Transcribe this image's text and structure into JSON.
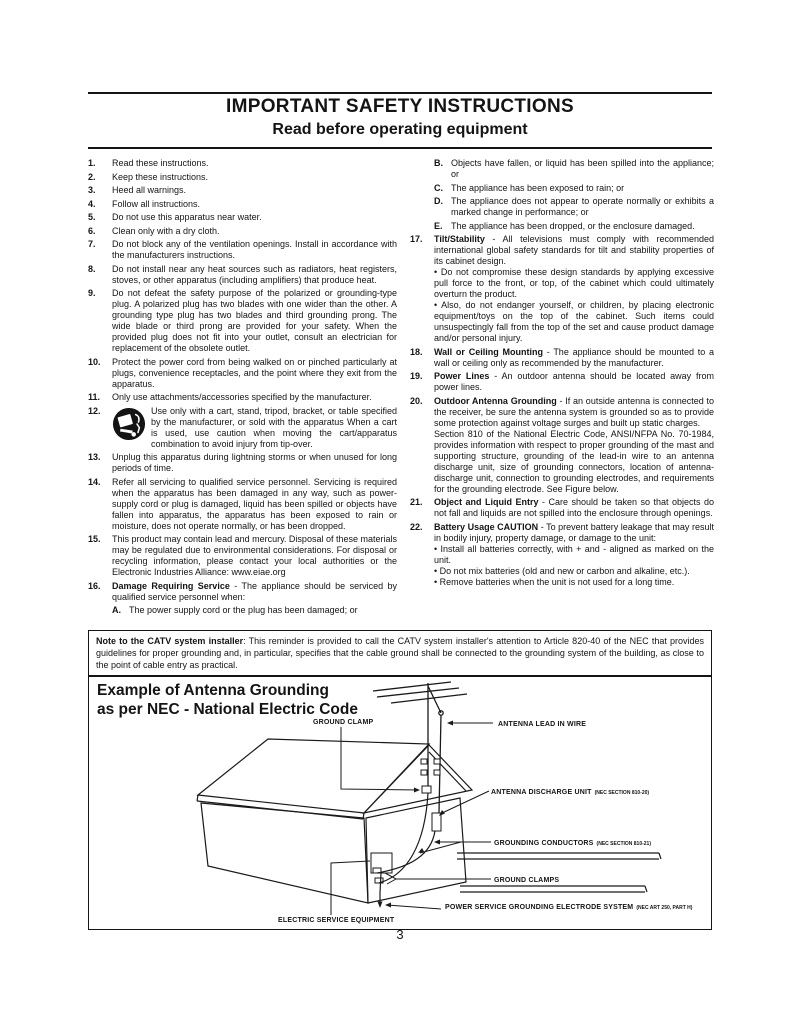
{
  "page": {
    "title": "IMPORTANT SAFETY INSTRUCTIONS",
    "subtitle": "Read before operating equipment",
    "page_number": "3"
  },
  "instructions": {
    "left": [
      {
        "num": "1.",
        "text": "Read these instructions."
      },
      {
        "num": "2.",
        "text": "Keep these instructions."
      },
      {
        "num": "3.",
        "text": "Heed all warnings."
      },
      {
        "num": "4.",
        "text": "Follow all instructions."
      },
      {
        "num": "5.",
        "text": "Do not use this apparatus near water."
      },
      {
        "num": "6.",
        "text": "Clean only with a dry cloth."
      },
      {
        "num": "7.",
        "text": "Do not block any of the ventilation openings. Install in accordance with the manufacturers instructions."
      },
      {
        "num": "8.",
        "text": "Do not install near any heat sources such as radiators, heat registers, stoves, or other apparatus (including amplifiers) that produce heat."
      },
      {
        "num": "9.",
        "text": "Do not defeat the safety purpose of the polarized or grounding-type plug. A polarized plug has two blades with one wider than the other. A grounding type plug has two blades and third grounding prong. The wide blade or third prong are provided for your safety. When the provided plug does not fit into your outlet, consult an electrician for replacement of the obsolete outlet."
      },
      {
        "num": "10.",
        "text": "Protect the power cord from being walked on or pinched particularly at plugs, convenience receptacles, and the point where they exit from the apparatus."
      },
      {
        "num": "11.",
        "text": "Only use attachments/accessories specified by the manufacturer."
      },
      {
        "num": "12.",
        "icon": "tip-over-caution",
        "text": "Use only with a cart, stand, tripod, bracket, or table specified by the manufacturer, or sold with the apparatus When a cart is used, use caution when moving the cart/apparatus combination to avoid injury from tip-over."
      },
      {
        "num": "13.",
        "text": "Unplug this apparatus during lightning storms or when unused for long periods of time."
      },
      {
        "num": "14.",
        "text": "Refer all servicing to qualified service personnel. Servicing is required when the apparatus has been damaged in any way, such as power-supply cord or plug is damaged, liquid has been spilled or objects have fallen into apparatus, the apparatus has been exposed to rain or moisture, does not operate normally, or has been dropped."
      },
      {
        "num": "15.",
        "text": "This product may contain lead and mercury. Disposal of these materials may be regulated due to environmental considerations. For disposal or recycling information, please contact your local authorities or the Electronic Industries Alliance: www.eiae.org"
      },
      {
        "num": "16.",
        "title": "Damage Requiring Service",
        "text": " - The appliance should be serviced by qualified service personnel when:"
      },
      {
        "num": "A.",
        "sub": true,
        "text": "The power supply cord or the plug has been damaged; or"
      }
    ],
    "right": [
      {
        "num": "B.",
        "sub": true,
        "text": "Objects have fallen, or liquid has been spilled into the appliance; or"
      },
      {
        "num": "C.",
        "sub": true,
        "text": "The appliance has been exposed to rain; or"
      },
      {
        "num": "D.",
        "sub": true,
        "text": "The appliance does not appear to operate normally or exhibits a marked change in performance; or"
      },
      {
        "num": "E.",
        "sub": true,
        "text": "The appliance has been dropped, or the enclosure damaged."
      },
      {
        "num": "17.",
        "title": "Tilt/Stability",
        "text": " - All televisions must comply with recommended international global safety standards for tilt and stability properties of its cabinet design.\n• Do not compromise these design standards by applying excessive pull force to the front, or top, of the cabinet which could ultimately overturn the product.\n• Also, do not endanger yourself, or children, by placing electronic equipment/toys on the top of the cabinet. Such items could unsuspectingly fall from the top of the set and cause product damage and/or personal injury."
      },
      {
        "num": "18.",
        "title": "Wall or Ceiling Mounting",
        "text": " - The appliance should be mounted to a wall or ceiling only as recommended by the manufacturer."
      },
      {
        "num": "19.",
        "title": "Power Lines",
        "text": " - An outdoor antenna should be located away from power lines."
      },
      {
        "num": "20.",
        "title": "Outdoor Antenna Grounding",
        "text": " - If an outside antenna is connected to the receiver, be sure the antenna system is grounded so as to provide some protection against voltage surges and built up static charges.\nSection 810 of the National Electric Code, ANSI/NFPA No. 70-1984, provides information with respect to proper grounding of the mast and supporting structure, grounding of the lead-in wire to an antenna discharge unit, size of grounding connectors, location of antenna-discharge unit, connection to grounding electrodes, and requirements for the grounding electrode. See Figure below."
      },
      {
        "num": "21.",
        "title": "Object and Liquid Entry",
        "text": " - Care should be taken so that objects do not fall and liquids are not spilled into the enclosure through openings."
      },
      {
        "num": "22.",
        "title": "Battery Usage CAUTION",
        "text": " - To prevent battery leakage that may result in bodily injury, property damage, or damage to the unit:\n• Install all batteries correctly, with + and - aligned as marked on the unit.\n• Do not mix batteries (old and new or carbon and alkaline, etc.).\n• Remove batteries when the unit is not used for a long time."
      }
    ]
  },
  "note": {
    "title": "Note to the CATV system installer",
    "text": ": This reminder is provided to call the CATV system installer's attention to Article 820-40 of the NEC that provides guidelines for proper grounding and, in particular, specifies that the cable ground shall be connected to the grounding system of the building, as close to the point of cable entry as practical."
  },
  "diagram": {
    "title_line1": "Example of Antenna Grounding",
    "title_line2": "as per NEC - National Electric Code",
    "labels": {
      "ground_clamp": "GROUND CLAMP",
      "lead_in": "ANTENNA LEAD IN WIRE",
      "discharge": "ANTENNA DISCHARGE UNIT",
      "discharge_nec": "(NEC SECTION 810-20)",
      "conductors": "GROUNDING CONDUCTORS",
      "conductors_nec": "(NEC SECTION 810-21)",
      "clamps": "GROUND CLAMPS",
      "electric_service": "ELECTRIC SERVICE EQUIPMENT",
      "power_service": "POWER SERVICE GROUNDING ELECTRODE SYSTEM",
      "power_service_nec": "(NEC ART 250, PART H)"
    }
  }
}
